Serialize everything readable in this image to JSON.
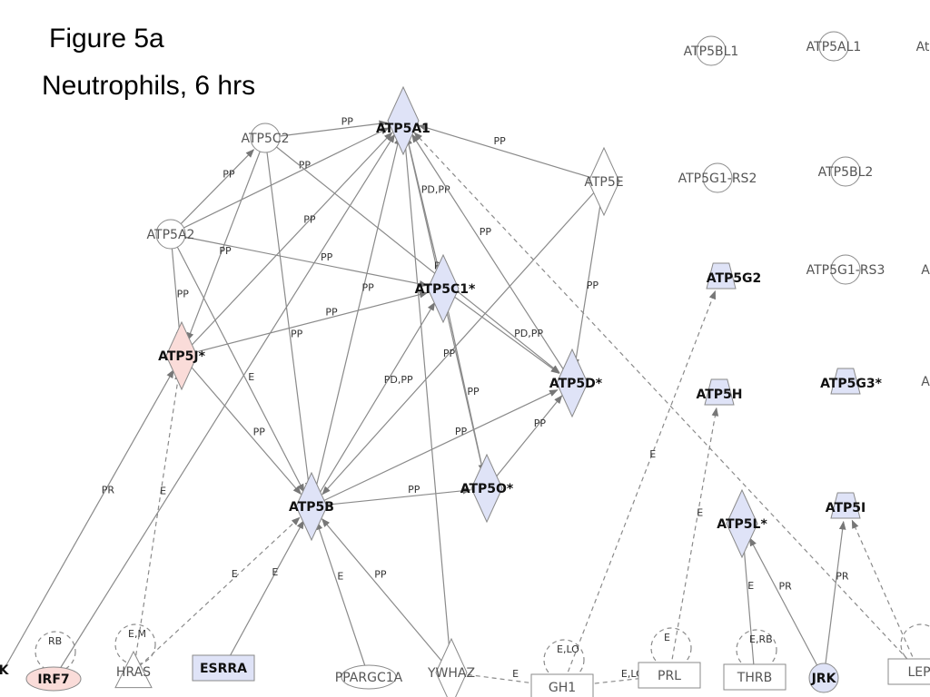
{
  "title": "Figure 5a",
  "subtitle": "Neutrophils, 6 hrs",
  "colors": {
    "blue_fill": "#dfe3f7",
    "pink_fill": "#fadcd9",
    "white_fill": "#ffffff",
    "stroke": "#8a8a8a"
  },
  "nodes": [
    {
      "id": "ATP5A1",
      "label": "ATP5A1",
      "shape": "diamond",
      "fill": "blue",
      "bold": true
    },
    {
      "id": "ATP5C2",
      "label": "ATP5C2",
      "shape": "circle",
      "fill": "white",
      "bold": false
    },
    {
      "id": "ATP5A2",
      "label": "ATP5A2",
      "shape": "circle",
      "fill": "white",
      "bold": false
    },
    {
      "id": "ATP5E",
      "label": "ATP5E",
      "shape": "diamond",
      "fill": "white",
      "bold": false
    },
    {
      "id": "ATP5C1",
      "label": "ATP5C1*",
      "shape": "diamond",
      "fill": "blue",
      "bold": true
    },
    {
      "id": "ATP5J",
      "label": "ATP5J*",
      "shape": "diamond",
      "fill": "pink",
      "bold": true
    },
    {
      "id": "ATP5D",
      "label": "ATP5D*",
      "shape": "diamond",
      "fill": "blue",
      "bold": true
    },
    {
      "id": "ATP5O",
      "label": "ATP5O*",
      "shape": "diamond",
      "fill": "blue",
      "bold": true
    },
    {
      "id": "ATP5B",
      "label": "ATP5B",
      "shape": "diamond",
      "fill": "blue",
      "bold": true
    },
    {
      "id": "ATP5BL1",
      "label": "ATP5BL1",
      "shape": "circle",
      "fill": "white",
      "bold": false
    },
    {
      "id": "ATP5AL1",
      "label": "ATP5AL1",
      "shape": "circle",
      "fill": "white",
      "bold": false
    },
    {
      "id": "ATP5G1RS2",
      "label": "ATP5G1-RS2",
      "shape": "circle",
      "fill": "white",
      "bold": false
    },
    {
      "id": "ATP5BL2",
      "label": "ATP5BL2",
      "shape": "circle",
      "fill": "white",
      "bold": false
    },
    {
      "id": "ATP5G2",
      "label": "ATP5G2",
      "shape": "trapezoid",
      "fill": "blue",
      "bold": true
    },
    {
      "id": "ATP5G1RS3",
      "label": "ATP5G1-RS3",
      "shape": "circle",
      "fill": "white",
      "bold": false
    },
    {
      "id": "ATP5H",
      "label": "ATP5H",
      "shape": "trapezoid",
      "fill": "blue",
      "bold": true
    },
    {
      "id": "ATP5G3",
      "label": "ATP5G3*",
      "shape": "trapezoid",
      "fill": "blue",
      "bold": true
    },
    {
      "id": "ATP5I",
      "label": "ATP5I",
      "shape": "trapezoid",
      "fill": "blue",
      "bold": true
    },
    {
      "id": "ATP5L",
      "label": "ATP5L*",
      "shape": "diamond",
      "fill": "blue",
      "bold": true
    },
    {
      "id": "IRF7",
      "label": "IRF7",
      "shape": "ellipse",
      "fill": "pink",
      "bold": true
    },
    {
      "id": "HRAS",
      "label": "HRAS",
      "shape": "triangle",
      "fill": "white",
      "bold": false
    },
    {
      "id": "ESRRA",
      "label": "ESRRA",
      "shape": "rect",
      "fill": "blue",
      "bold": true
    },
    {
      "id": "PPARGC1A",
      "label": "PPARGC1A",
      "shape": "ellipse",
      "fill": "white",
      "bold": false
    },
    {
      "id": "YWHAZ",
      "label": "YWHAZ",
      "shape": "diamond",
      "fill": "white",
      "bold": false
    },
    {
      "id": "GH1",
      "label": "GH1",
      "shape": "rect",
      "fill": "white",
      "bold": false
    },
    {
      "id": "PRL",
      "label": "PRL",
      "shape": "rect",
      "fill": "white",
      "bold": false
    },
    {
      "id": "THRB",
      "label": "THRB",
      "shape": "rect",
      "fill": "white",
      "bold": false
    },
    {
      "id": "JRK",
      "label": "JRK",
      "shape": "circle",
      "fill": "blue",
      "bold": true
    },
    {
      "id": "LEP",
      "label": "LEP",
      "shape": "rect",
      "fill": "white",
      "bold": false
    },
    {
      "id": "EDGE_K",
      "label": "K",
      "shape": "none",
      "fill": "white",
      "bold": true
    },
    {
      "id": "EDGE_AT1",
      "label": "At",
      "shape": "none",
      "fill": "white",
      "bold": false
    },
    {
      "id": "EDGE_A2",
      "label": "A",
      "shape": "none",
      "fill": "white",
      "bold": false
    },
    {
      "id": "EDGE_A3",
      "label": "A",
      "shape": "none",
      "fill": "white",
      "bold": false
    }
  ],
  "edges": [
    {
      "from": "ATP5C2",
      "to": "ATP5A1",
      "label": "PP",
      "dashed": false
    },
    {
      "from": "ATP5E",
      "to": "ATP5A1",
      "label": "PP",
      "dashed": false
    },
    {
      "from": "ATP5A2",
      "to": "ATP5A1",
      "label": "PP",
      "dashed": false
    },
    {
      "from": "ATP5A2",
      "to": "ATP5C2",
      "label": "PP",
      "dashed": false
    },
    {
      "from": "ATP5C1",
      "to": "ATP5A1",
      "label": "PD,PP",
      "dashed": false
    },
    {
      "from": "ATP5D",
      "to": "ATP5A1",
      "label": "PP",
      "dashed": false
    },
    {
      "from": "ATP5B",
      "to": "ATP5A1",
      "label": "PP",
      "dashed": false
    },
    {
      "from": "ATP5J",
      "to": "ATP5A1",
      "label": "PP",
      "dashed": false
    },
    {
      "from": "ATP5O",
      "to": "ATP5A1",
      "label": "PP",
      "dashed": false
    },
    {
      "from": "ATP5C2",
      "to": "ATP5D",
      "label": "PP",
      "dashed": false
    },
    {
      "from": "ATP5A2",
      "to": "ATP5C1",
      "label": "PP",
      "dashed": false
    },
    {
      "from": "ATP5J",
      "to": "ATP5C1",
      "label": "PP",
      "dashed": false
    },
    {
      "from": "ATP5B",
      "to": "ATP5C1",
      "label": "PD,PP",
      "dashed": false
    },
    {
      "from": "ATP5C1",
      "to": "ATP5D",
      "label": "PD,PP",
      "dashed": false
    },
    {
      "from": "ATP5E",
      "to": "ATP5D",
      "label": "PP",
      "dashed": false
    },
    {
      "from": "ATP5B",
      "to": "ATP5D",
      "label": "PP",
      "dashed": false
    },
    {
      "from": "ATP5B",
      "to": "ATP5O",
      "label": "PP",
      "dashed": false
    },
    {
      "from": "ATP5C1",
      "to": "ATP5O",
      "label": "PP",
      "dashed": false
    },
    {
      "from": "ATP5O",
      "to": "ATP5D",
      "label": "PP",
      "dashed": false
    },
    {
      "from": "ATP5A2",
      "to": "ATP5J",
      "label": "PP",
      "dashed": false
    },
    {
      "from": "ATP5J",
      "to": "ATP5B",
      "label": "PP",
      "dashed": false
    },
    {
      "from": "ATP5C2",
      "to": "ATP5B",
      "label": "PP",
      "dashed": false
    },
    {
      "from": "ATP5E",
      "to": "ATP5B",
      "label": "PP",
      "dashed": false
    },
    {
      "from": "ATP5A2",
      "to": "ATP5B",
      "label": "E",
      "dashed": false
    },
    {
      "from": "ATP5C2",
      "to": "ATP5J",
      "label": "PP",
      "dashed": false
    },
    {
      "from": "EDGE_K",
      "to": "ATP5J",
      "label": "PR",
      "dashed": false
    },
    {
      "from": "HRAS",
      "to": "ATP5J",
      "label": "E",
      "dashed": true
    },
    {
      "from": "IRF7",
      "to": "ATP5A1",
      "label": "",
      "dashed": false
    },
    {
      "from": "HRAS",
      "to": "ATP5B",
      "label": "E",
      "dashed": true
    },
    {
      "from": "ESRRA",
      "to": "ATP5B",
      "label": "E",
      "dashed": false
    },
    {
      "from": "PPARGC1A",
      "to": "ATP5B",
      "label": "E",
      "dashed": false
    },
    {
      "from": "YWHAZ",
      "to": "ATP5B",
      "label": "PP",
      "dashed": false
    },
    {
      "from": "YWHAZ",
      "to": "ATP5A1",
      "label": "",
      "dashed": false
    },
    {
      "from": "YWHAZ",
      "to": "GH1",
      "label": "E",
      "dashed": true
    },
    {
      "from": "GH1",
      "to": "ATP5G2",
      "label": "E",
      "dashed": true
    },
    {
      "from": "GH1",
      "to": "PRL",
      "label": "E,LO",
      "dashed": true
    },
    {
      "from": "PRL",
      "to": "ATP5H",
      "label": "E",
      "dashed": true
    },
    {
      "from": "THRB",
      "to": "ATP5L",
      "label": "E",
      "dashed": false
    },
    {
      "from": "JRK",
      "to": "ATP5L",
      "label": "PR",
      "dashed": false
    },
    {
      "from": "JRK",
      "to": "ATP5I",
      "label": "PR",
      "dashed": false
    },
    {
      "from": "LEP",
      "to": "ATP5A1",
      "label": "",
      "dashed": true
    },
    {
      "from": "LEP",
      "to": "ATP5I",
      "label": "",
      "dashed": true
    }
  ],
  "self_loops": [
    {
      "node": "IRF7",
      "label": "RB"
    },
    {
      "node": "HRAS",
      "label": "E,M"
    },
    {
      "node": "GH1",
      "label": "E,LO"
    },
    {
      "node": "PRL",
      "label": "E"
    },
    {
      "node": "THRB",
      "label": "E,RB"
    },
    {
      "node": "LEP",
      "label": ""
    }
  ]
}
